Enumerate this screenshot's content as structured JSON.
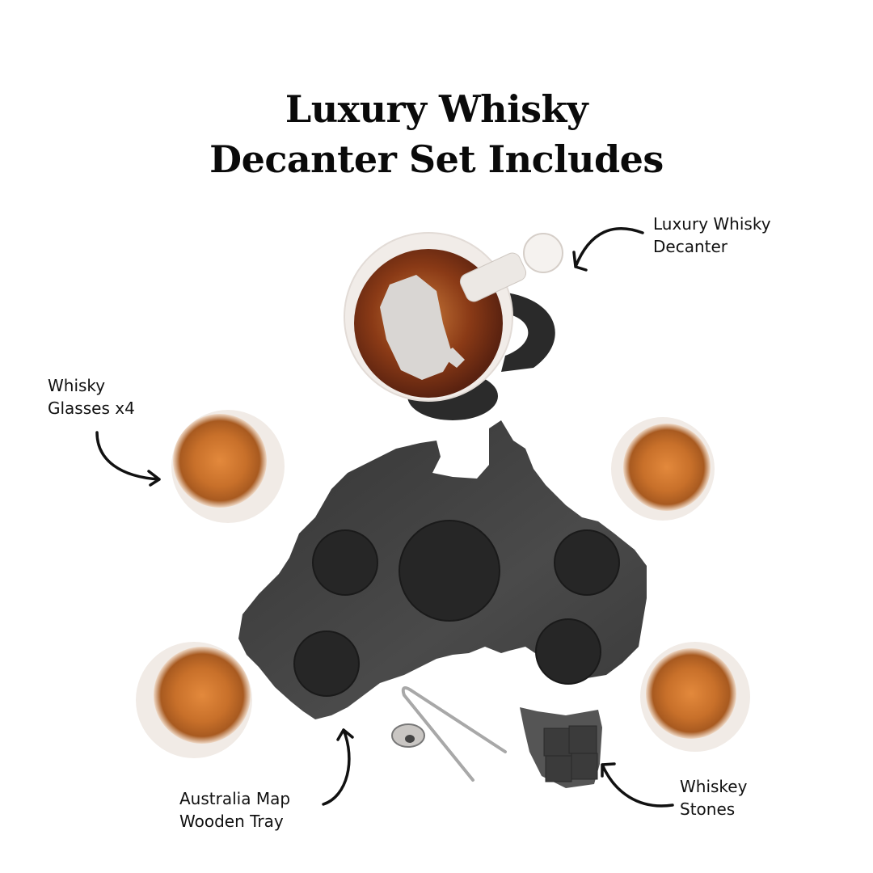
{
  "title": {
    "line1": "Luxury Whisky",
    "line2": "Decanter Set Includes"
  },
  "labels": {
    "decanter": {
      "line1": "Luxury Whisky",
      "line2": "Decanter"
    },
    "glasses": {
      "line1": "Whisky",
      "line2": "Glasses x4"
    },
    "tray": {
      "line1": "Australia Map",
      "line2": "Wooden Tray"
    },
    "stones": {
      "line1": "Whiskey",
      "line2": "Stones"
    }
  },
  "colors": {
    "background": "#ffffff",
    "text": "#111111",
    "tray": "#3d3d3d",
    "felt": "#252525",
    "whisky": "#c8702a",
    "glass": "#efe9e4",
    "stand": "#2b2b2b"
  },
  "items": [
    {
      "name": "globe-decanter",
      "count": 1
    },
    {
      "name": "whisky-glass",
      "count": 4
    },
    {
      "name": "australia-map-tray",
      "count": 1
    },
    {
      "name": "whiskey-stones",
      "count": 4
    },
    {
      "name": "ice-tongs",
      "count": 1
    },
    {
      "name": "funnel",
      "count": 1
    }
  ]
}
